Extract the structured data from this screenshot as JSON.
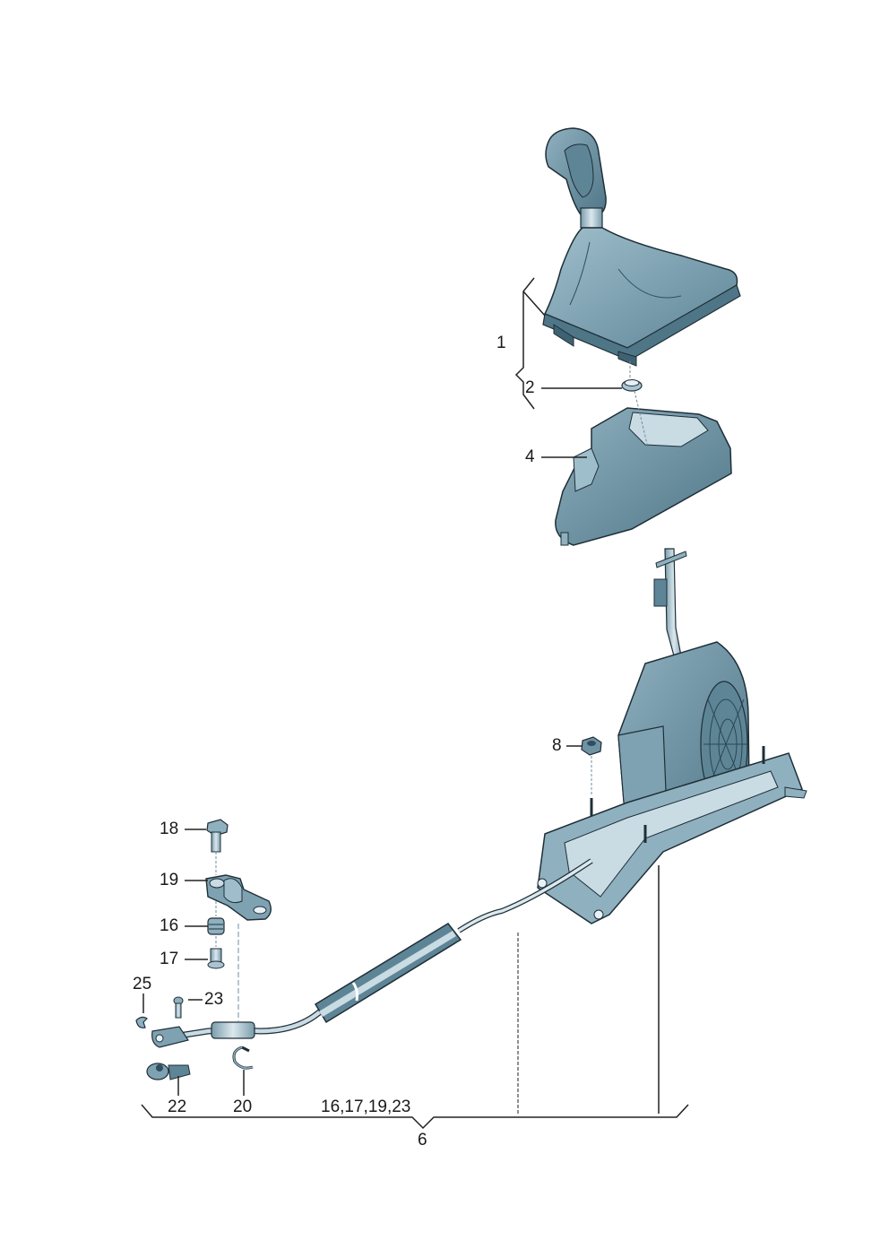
{
  "diagram": {
    "type": "exploded-parts-view",
    "subject": "gear selector mechanism with shift cable",
    "colors": {
      "background": "#ffffff",
      "part_fill_dark": "#5e8596",
      "part_fill_mid": "#8fb0bf",
      "part_fill_light": "#c9dbe3",
      "highlight": "#e8f1f5",
      "outline": "#1f2f38",
      "leader_line": "#222222"
    },
    "callouts": [
      {
        "id": "c1",
        "label": "1",
        "part": "gear-knob-with-boot"
      },
      {
        "id": "c2",
        "label": "2",
        "part": "clamp-ring"
      },
      {
        "id": "c4",
        "label": "4",
        "part": "selector-housing-cover"
      },
      {
        "id": "c8",
        "label": "8",
        "part": "hex-nut"
      },
      {
        "id": "c18",
        "label": "18",
        "part": "bolt"
      },
      {
        "id": "c19",
        "label": "19",
        "part": "cable-bracket"
      },
      {
        "id": "c16",
        "label": "16",
        "part": "rubber-bushing"
      },
      {
        "id": "c17",
        "label": "17",
        "part": "sleeve"
      },
      {
        "id": "c25",
        "label": "25",
        "part": "retaining-clip"
      },
      {
        "id": "c23",
        "label": "23",
        "part": "screw"
      },
      {
        "id": "c22",
        "label": "22",
        "part": "cable-end-piece"
      },
      {
        "id": "c20",
        "label": "20",
        "part": "circlip"
      },
      {
        "id": "c6",
        "label": "6",
        "part": "selector-mechanism-with-cable"
      }
    ],
    "group_note": "16,17,19,23",
    "group_label": "6"
  }
}
